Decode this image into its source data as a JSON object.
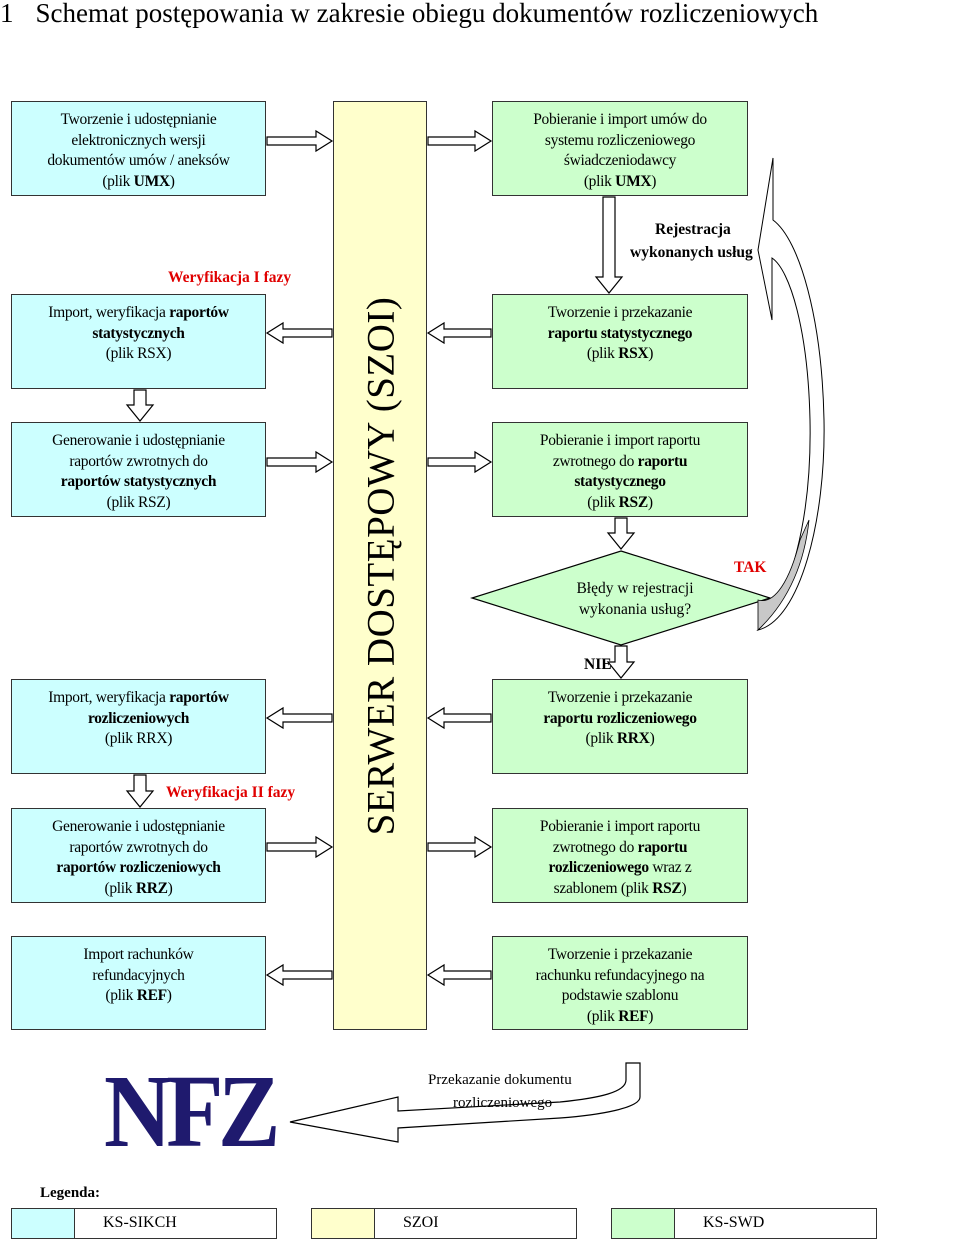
{
  "title": {
    "number": "1",
    "text": "Schemat postępowania w zakresie obiegu dokumentów rozliczeniowych"
  },
  "colors": {
    "ks_sikch": "#ccffff",
    "szoi": "#ffffcc",
    "ks_swd": "#ccffcc",
    "red": "#e00000",
    "nfz": "#1f1a6e"
  },
  "server": {
    "label": "SERWER DOSTĘPOWY (SZOI)"
  },
  "left_boxes": [
    {
      "lines": [
        [
          {
            "t": "Tworzenie i udostępnianie"
          }
        ],
        [
          {
            "t": "elektronicznych wersji"
          }
        ],
        [
          {
            "t": "dokumentów  umów / aneksów"
          }
        ],
        [
          {
            "t": "(plik "
          },
          {
            "t": "UMX",
            "b": true
          },
          {
            "t": ")"
          }
        ]
      ]
    },
    {
      "lines": [
        [
          {
            "t": "Import, weryfikacja "
          },
          {
            "t": "raportów",
            "b": true
          }
        ],
        [
          {
            "t": "statystycznych",
            "b": true
          }
        ],
        [
          {
            "t": "(plik RSX)"
          }
        ]
      ]
    },
    {
      "lines": [
        [
          {
            "t": "Generowanie i udostępnianie"
          }
        ],
        [
          {
            "t": "raportów zwrotnych do"
          }
        ],
        [
          {
            "t": "raportów statystycznych",
            "b": true
          }
        ],
        [
          {
            "t": "(plik RSZ)"
          }
        ]
      ]
    },
    {
      "lines": [
        [
          {
            "t": "Import, weryfikacja "
          },
          {
            "t": "raportów",
            "b": true
          }
        ],
        [
          {
            "t": "rozliczeniowych",
            "b": true
          }
        ],
        [
          {
            "t": "(plik RRX)"
          }
        ]
      ]
    },
    {
      "lines": [
        [
          {
            "t": "Generowanie i udostępnianie"
          }
        ],
        [
          {
            "t": "raportów zwrotnych do"
          }
        ],
        [
          {
            "t": "raportów rozliczeniowych",
            "b": true
          }
        ],
        [
          {
            "t": "(plik "
          },
          {
            "t": "RRZ",
            "b": true
          },
          {
            "t": ")"
          }
        ]
      ]
    },
    {
      "lines": [
        [
          {
            "t": "Import rachunków"
          }
        ],
        [
          {
            "t": "refundacyjnych"
          }
        ],
        [
          {
            "t": "(plik "
          },
          {
            "t": "REF",
            "b": true
          },
          {
            "t": ")"
          }
        ]
      ]
    }
  ],
  "right_boxes": [
    {
      "lines": [
        [
          {
            "t": "Pobieranie i import umów do"
          }
        ],
        [
          {
            "t": "systemu rozliczeniowego"
          }
        ],
        [
          {
            "t": "świadczeniodawcy"
          }
        ],
        [
          {
            "t": "(plik "
          },
          {
            "t": "UMX",
            "b": true
          },
          {
            "t": ")"
          }
        ]
      ]
    },
    {
      "lines": [
        [
          {
            "t": "Tworzenie i przekazanie"
          }
        ],
        [
          {
            "t": "raportu  statystycznego",
            "b": true
          }
        ],
        [
          {
            "t": "(plik "
          },
          {
            "t": "RSX",
            "b": true
          },
          {
            "t": ")"
          }
        ]
      ]
    },
    {
      "lines": [
        [
          {
            "t": "Pobieranie i import raportu"
          }
        ],
        [
          {
            "t": "zwrotnego do "
          },
          {
            "t": "raportu",
            "b": true
          }
        ],
        [
          {
            "t": "statystycznego",
            "b": true
          }
        ],
        [
          {
            "t": "(plik "
          },
          {
            "t": "RSZ",
            "b": true
          },
          {
            "t": ")"
          }
        ]
      ]
    },
    {
      "lines": [
        [
          {
            "t": "Tworzenie i przekazanie"
          }
        ],
        [
          {
            "t": "raportu rozliczeniowego",
            "b": true
          }
        ],
        [
          {
            "t": "(plik "
          },
          {
            "t": "RRX",
            "b": true
          },
          {
            "t": ")"
          }
        ]
      ]
    },
    {
      "lines": [
        [
          {
            "t": "Pobieranie i import raportu"
          }
        ],
        [
          {
            "t": "zwrotnego do "
          },
          {
            "t": "raportu",
            "b": true
          }
        ],
        [
          {
            "t": "rozliczeniowego",
            "b": true
          },
          {
            "t": " wraz z"
          }
        ],
        [
          {
            "t": "szablonem (plik "
          },
          {
            "t": "RSZ",
            "b": true
          },
          {
            "t": ")"
          }
        ]
      ]
    },
    {
      "lines": [
        [
          {
            "t": "Tworzenie i przekazanie"
          }
        ],
        [
          {
            "t": "rachunku refundacyjnego na"
          }
        ],
        [
          {
            "t": "podstawie szablonu"
          }
        ],
        [
          {
            "t": "(plik "
          },
          {
            "t": "REF",
            "b": true
          },
          {
            "t": ")"
          }
        ]
      ]
    }
  ],
  "labels": {
    "verification_1": "Weryfikacja I fazy",
    "verification_2": "Weryfikacja II fazy",
    "registration_1": "Rejestracja",
    "registration_2": "wykonanych usług",
    "diamond_1": "Błędy w rejestracji",
    "diamond_2": "wykonania usług?",
    "yes": "TAK",
    "no": "NIE",
    "transfer_1": "Przekazanie dokumentu",
    "transfer_2": "rozliczeniowego"
  },
  "logo": {
    "text": "NFZ"
  },
  "legend": {
    "title": "Legenda:",
    "items": [
      {
        "label": "KS-SIKCH"
      },
      {
        "label": "SZOI"
      },
      {
        "label": "KS-SWD"
      }
    ]
  }
}
